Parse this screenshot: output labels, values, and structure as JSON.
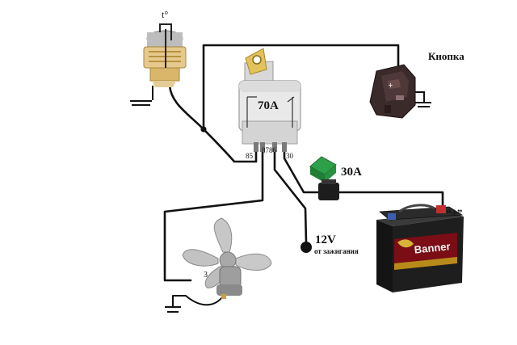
{
  "labels": {
    "temp_sensor": "t°",
    "relay_rating": "70A",
    "pin_85": "85",
    "pin_87": "87",
    "pin_86": "86",
    "pin_30": "30",
    "fuse_rating": "30A",
    "button": "Кнопка",
    "ignition_voltage": "12V",
    "ignition_note": "от зажигания",
    "plus": "“+”",
    "fan_number": "3",
    "battery_brand": "Banner"
  },
  "colors": {
    "wire": "#111111",
    "battery_body": "#1a1a1a",
    "battery_label": "#7a0d16",
    "fuse_green": "#2fa04a",
    "button_brown": "#3a2a2a"
  }
}
